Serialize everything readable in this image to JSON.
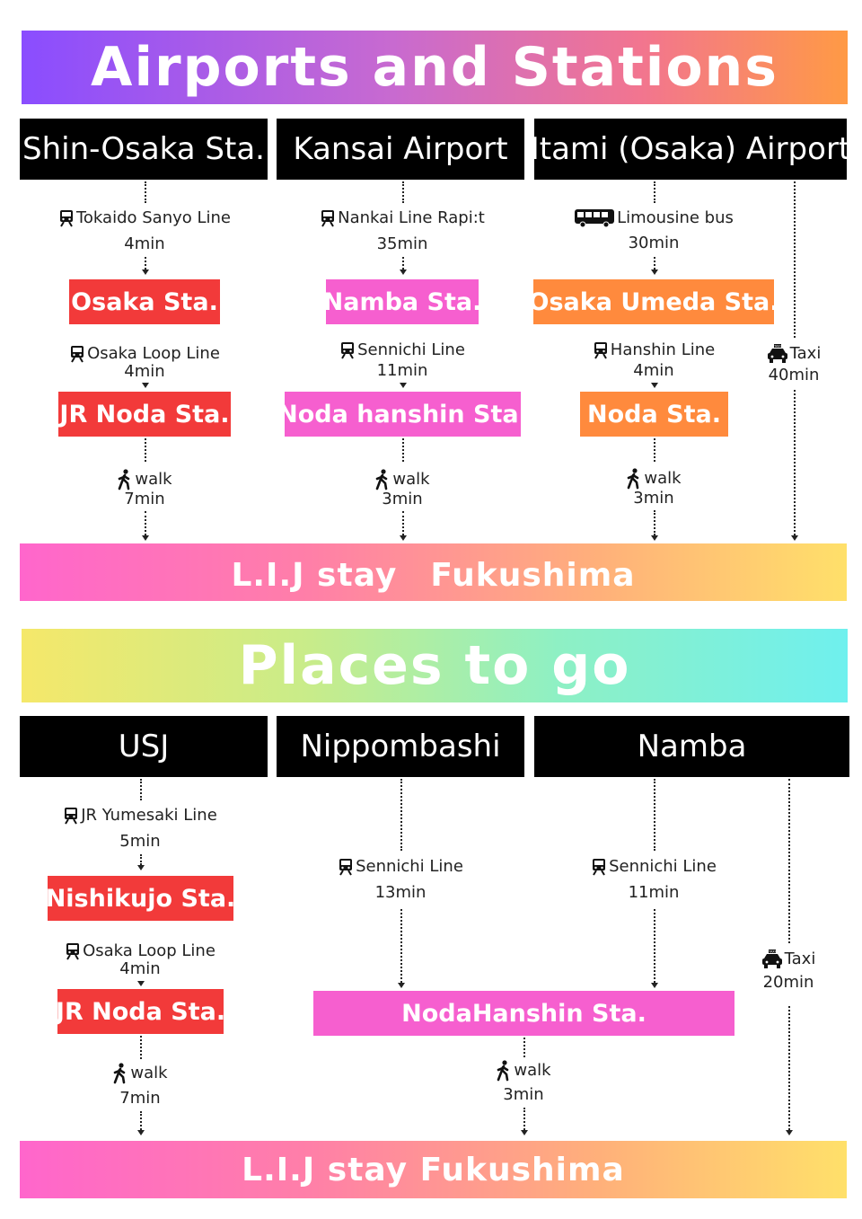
{
  "airports_section": {
    "title": "Airports and Stations",
    "columns": [
      {
        "header": "Shin-Osaka Sta.",
        "steps": [
          {
            "line": "Tokaido Sanyo Line",
            "time": "4min"
          },
          {
            "station": "Osaka Sta."
          },
          {
            "line": "Osaka Loop Line",
            "time": "4min"
          },
          {
            "station": "JR Noda Sta."
          },
          {
            "line": "walk",
            "time": "7min"
          }
        ]
      },
      {
        "header": "Kansai Airport",
        "steps": [
          {
            "line": "Nankai Line Rapi:t",
            "time": "35min"
          },
          {
            "station": "Namba Sta."
          },
          {
            "line": "Sennichi Line",
            "time": "11min"
          },
          {
            "station": "Noda hanshin Sta."
          },
          {
            "line": "walk",
            "time": "3min"
          }
        ]
      },
      {
        "header": "Itami (Osaka) Airport",
        "steps": [
          {
            "line": "Limousine bus",
            "time": "30min"
          },
          {
            "station": "Osaka Umeda Sta."
          },
          {
            "line": "Hanshin Line",
            "time": "4min"
          },
          {
            "station": "Noda Sta."
          },
          {
            "line": "walk",
            "time": "3min"
          }
        ],
        "taxi": {
          "label": "Taxi",
          "time": "40min"
        }
      }
    ],
    "destination": "L.I.J stay　Fukushima"
  },
  "places_section": {
    "title": "Places to go",
    "columns": [
      {
        "header": "USJ",
        "steps": [
          {
            "line": "JR Yumesaki Line",
            "time": "5min"
          },
          {
            "station": "Nishikujo Sta."
          },
          {
            "line": "Osaka Loop Line",
            "time": "4min"
          },
          {
            "station": "JR Noda Sta."
          },
          {
            "line": "walk",
            "time": "7min"
          }
        ]
      },
      {
        "header": "Nippombashi",
        "steps": [
          {
            "line": "Sennichi Line",
            "time": "13min"
          }
        ]
      },
      {
        "header": "Namba",
        "steps": [
          {
            "line": "Sennichi Line",
            "time": "11min"
          }
        ],
        "taxi": {
          "label": "Taxi",
          "time": "20min"
        }
      }
    ],
    "shared_station": "NodaHanshin Sta.",
    "shared_walk": {
      "line": "walk",
      "time": "3min"
    },
    "destination": "L.I.J stay Fukushima"
  },
  "icons": {
    "train": "train-icon",
    "bus": "bus-icon",
    "walk": "walk-icon",
    "taxi": "taxi-icon",
    "taxi_sign": "TAXI"
  },
  "colors": {
    "red_station": "#f23a3a",
    "pink_station": "#f65fcf",
    "orange_station": "#ff8a3d",
    "header_bg": "#000000"
  }
}
